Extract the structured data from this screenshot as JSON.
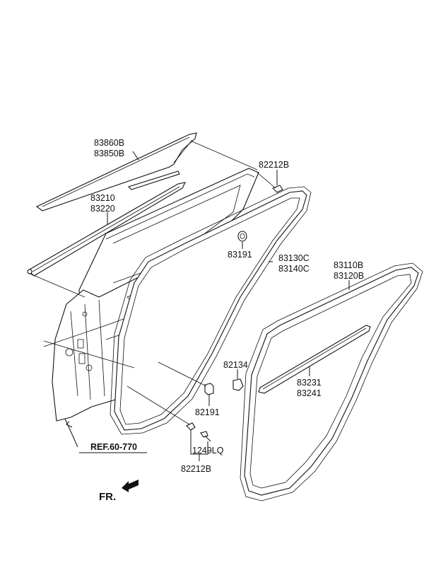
{
  "diagram": {
    "labels": {
      "belt_outer_1": "83860B",
      "belt_outer_2": "83850B",
      "belt_inner_1": "83210",
      "belt_inner_2": "83220",
      "plug_top": "82212B",
      "grommet": "83191",
      "weatherstrip_1": "83130C",
      "weatherstrip_2": "83140C",
      "body_side_1": "83110B",
      "body_side_2": "83120B",
      "clip": "82134",
      "strip_1": "83231",
      "strip_2": "83241",
      "stopper": "82191",
      "screw": "1249LQ",
      "plug_bottom": "82212B",
      "reference": "REF.60-770",
      "front": "FR."
    }
  }
}
